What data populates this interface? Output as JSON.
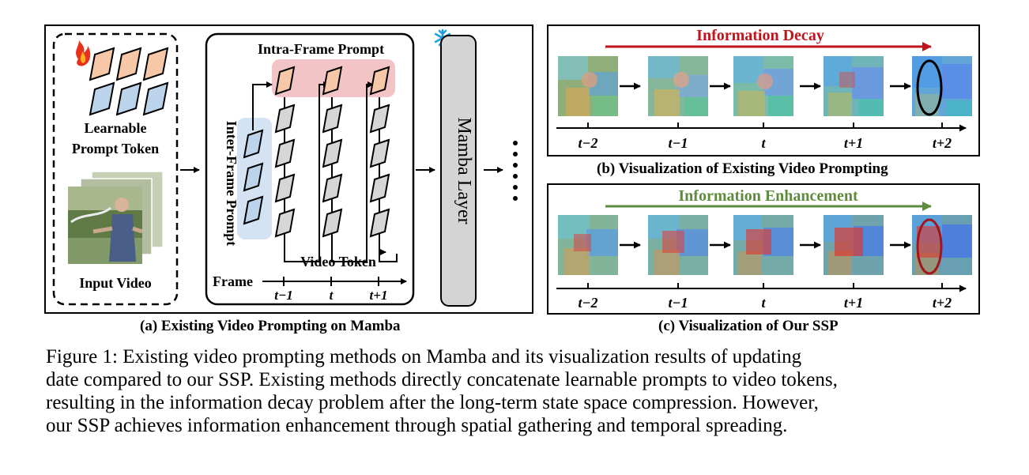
{
  "panel_a": {
    "learnable_label_1": "Learnable",
    "learnable_label_2": "Prompt Token",
    "input_video_label": "Input Video",
    "intra_frame_label": "Intra-Frame Prompt",
    "inter_frame_label": "Inter-Frame Prompt",
    "video_token_label": "Video Token",
    "frame_label": "Frame",
    "frame_ticks": [
      "t−1",
      "t",
      "t+1"
    ],
    "mamba_layer_label": "Mamba Layer",
    "caption": "(a) Existing Video Prompting on Mamba"
  },
  "panel_b": {
    "arrow_label": "Information Decay",
    "arrow_color": "#c0141c",
    "ticks": [
      "t−2",
      "t−1",
      "t",
      "t+1",
      "t+2"
    ],
    "ellipse_color": "#000000",
    "caption": "(b) Visualization of Existing Video Prompting"
  },
  "panel_c": {
    "arrow_label": "Information Enhancement",
    "arrow_color": "#5e8b3c",
    "ticks": [
      "t−2",
      "t−1",
      "t",
      "t+1",
      "t+2"
    ],
    "ellipse_color": "#a0161c",
    "caption": "(c) Visualization of Our SSP"
  },
  "colors": {
    "prompt_orange": "#f6c8a8",
    "prompt_blue": "#bcd3ec",
    "token_gray": "#d6d6d6",
    "intra_highlight": "#f2c4c6",
    "inter_highlight": "#d3e3f4",
    "mamba_gray": "#d4d4d4",
    "fire": "#e8321e",
    "snowflake": "#1f9fe0"
  },
  "figure_caption": {
    "lines": [
      "Figure 1: Existing video prompting methods on Mamba and its visualization results of updating",
      "date compared to our SSP. Existing methods directly concatenate learnable prompts to video tokens,",
      "resulting in the information decay problem after the long-term state space compression. However,",
      "our SSP achieves information enhancement through spatial gathering and temporal spreading."
    ]
  }
}
